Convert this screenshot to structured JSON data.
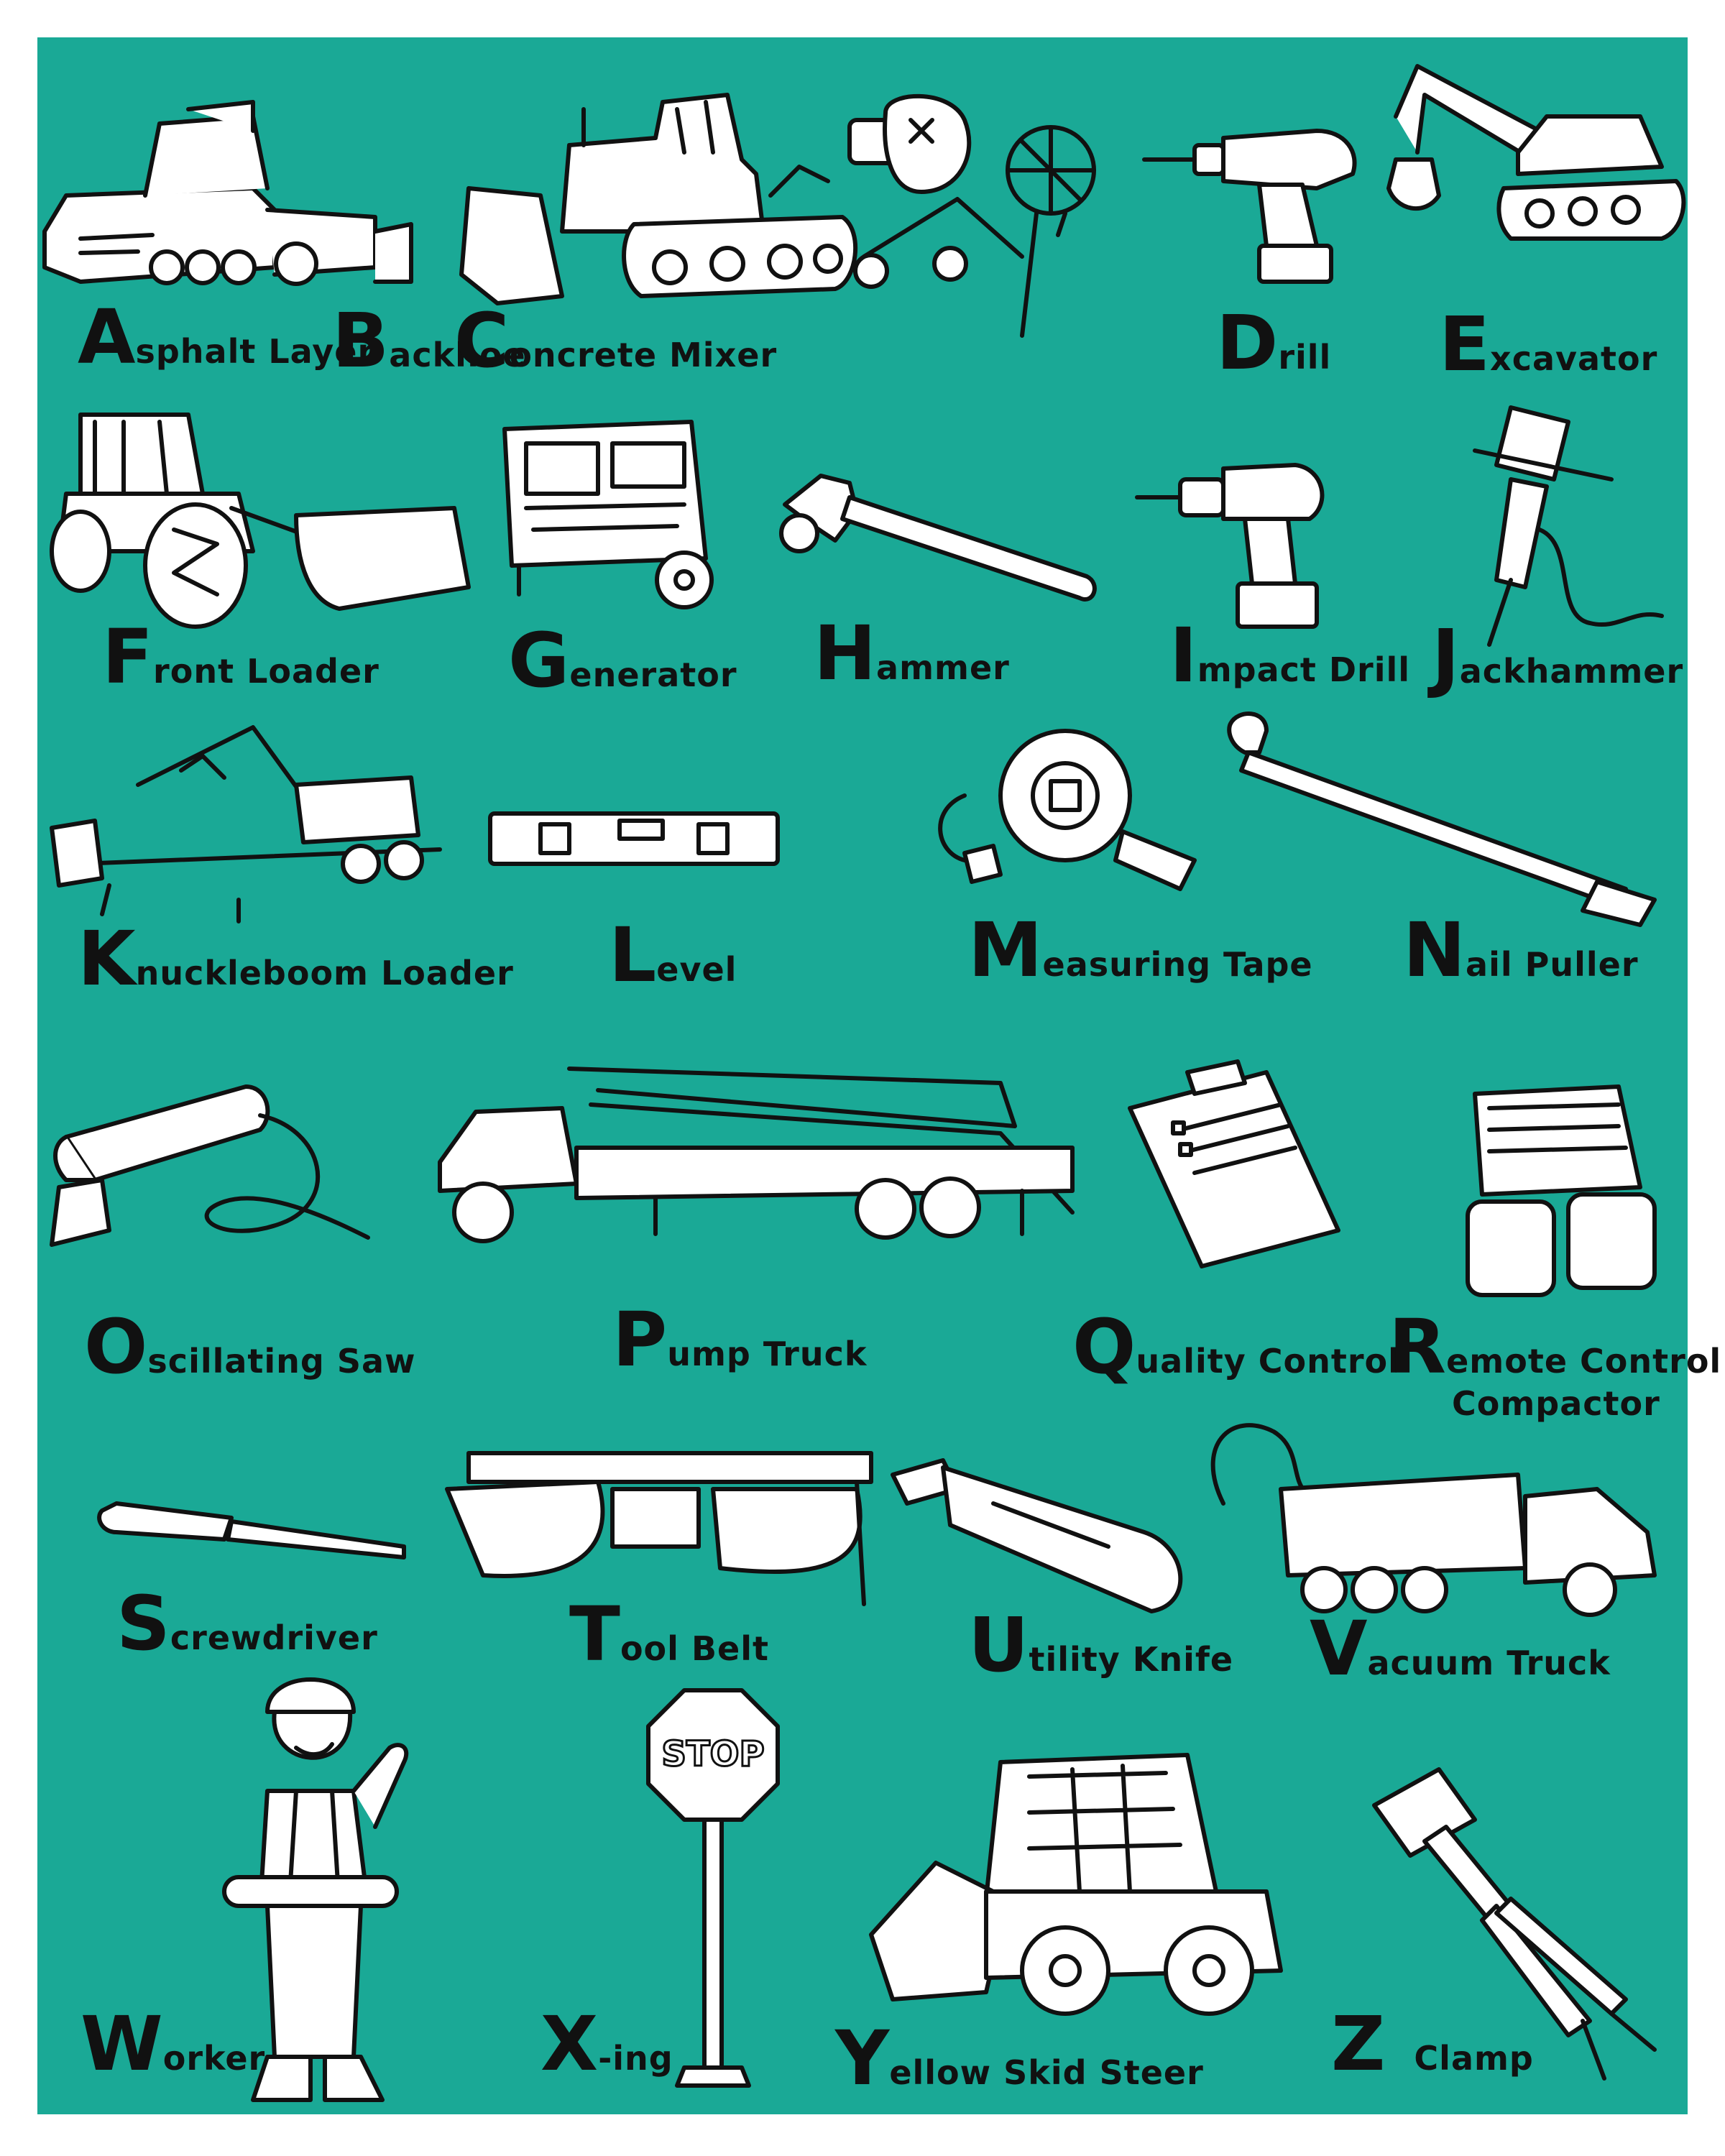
{
  "poster": {
    "background_color": "#1aa996",
    "text_color": "#111111",
    "items": [
      {
        "letter": "A",
        "rest": "sphalt Layer",
        "icon": "asphalt-layer-icon"
      },
      {
        "letter": "B",
        "rest": "ackhoe",
        "icon": "bulldozer-icon"
      },
      {
        "letter": "C",
        "rest": "oncrete Mixer",
        "icon": "concrete-mixer-icon"
      },
      {
        "letter": "D",
        "rest": "rill",
        "icon": "drill-icon"
      },
      {
        "letter": "E",
        "rest": "xcavator",
        "icon": "excavator-icon"
      },
      {
        "letter": "F",
        "rest": "ront Loader",
        "icon": "front-loader-icon"
      },
      {
        "letter": "G",
        "rest": "enerator",
        "icon": "generator-icon"
      },
      {
        "letter": "H",
        "rest": "ammer",
        "icon": "hammer-icon"
      },
      {
        "letter": "I",
        "rest": "mpact Drill",
        "icon": "impact-drill-icon"
      },
      {
        "letter": "J",
        "rest": "ackhammer",
        "icon": "jackhammer-icon"
      },
      {
        "letter": "K",
        "rest": "nuckleboom Loader",
        "icon": "knuckleboom-loader-icon"
      },
      {
        "letter": "L",
        "rest": "evel",
        "icon": "level-icon"
      },
      {
        "letter": "M",
        "rest": "easuring Tape",
        "icon": "measuring-tape-icon"
      },
      {
        "letter": "N",
        "rest": "ail Puller",
        "icon": "nail-puller-icon"
      },
      {
        "letter": "O",
        "rest": "scillating Saw",
        "icon": "oscillating-saw-icon"
      },
      {
        "letter": "P",
        "rest": "ump Truck",
        "icon": "pump-truck-icon"
      },
      {
        "letter": "Q",
        "rest": "uality Control",
        "icon": "clipboard-icon"
      },
      {
        "letter": "R",
        "rest": "emote Control",
        "rest2": "Compactor",
        "icon": "compactor-icon"
      },
      {
        "letter": "S",
        "rest": "crewdriver",
        "icon": "screwdriver-icon"
      },
      {
        "letter": "T",
        "rest": "ool Belt",
        "icon": "tool-belt-icon"
      },
      {
        "letter": "U",
        "rest": "tility Knife",
        "icon": "utility-knife-icon"
      },
      {
        "letter": "V",
        "rest": "acuum Truck",
        "icon": "vacuum-truck-icon"
      },
      {
        "letter": "W",
        "rest": "orker",
        "icon": "worker-icon"
      },
      {
        "letter": "X",
        "rest": "-ing",
        "icon": "stop-sign-icon"
      },
      {
        "letter": "Y",
        "rest": "ellow Skid Steer",
        "icon": "skid-steer-icon"
      },
      {
        "letter": "Z",
        "rest": "Clamp",
        "icon": "clamp-icon"
      }
    ]
  }
}
